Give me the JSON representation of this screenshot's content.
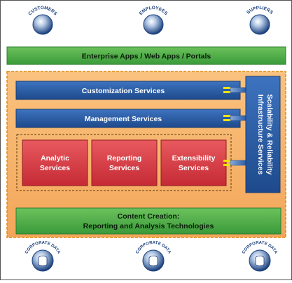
{
  "top_entities": [
    {
      "label": "CUSTOMERS",
      "icon": "globe-icon"
    },
    {
      "label": "EMPLOYEES",
      "icon": "globe-icon"
    },
    {
      "label": "SUPPLIERS",
      "icon": "globe-icon"
    }
  ],
  "enterprise_bar": {
    "label": "Enterprise Apps / Web Apps / Portals",
    "color": "#4caf50"
  },
  "platform": {
    "background_color": "#f6b26b",
    "border_color": "#f08a00"
  },
  "customization": {
    "label": "Customization Services",
    "color": "#2b5fa8"
  },
  "management": {
    "label": "Management Services",
    "color": "#2b5fa8"
  },
  "core_services": [
    {
      "line1": "Analytic",
      "line2": "Services",
      "color": "#d92f3a"
    },
    {
      "line1": "Reporting",
      "line2": "Services",
      "color": "#d92f3a"
    },
    {
      "line1": "Extensibility",
      "line2": "Services",
      "color": "#d92f3a"
    }
  ],
  "infrastructure": {
    "line1": "Infrastructure Services",
    "line2": "Scalability & Reliability",
    "color": "#2b5fa8"
  },
  "content_creation": {
    "line1": "Content Creation:",
    "line2": "Reporting and Analysis Technologies",
    "color": "#4caf50"
  },
  "bottom_entities": [
    {
      "label": "CORPORATE DATA",
      "icon": "database-icon"
    },
    {
      "label": "CORPORATE DATA",
      "icon": "database-icon"
    },
    {
      "label": "CORPORATE DATA",
      "icon": "database-icon"
    }
  ]
}
